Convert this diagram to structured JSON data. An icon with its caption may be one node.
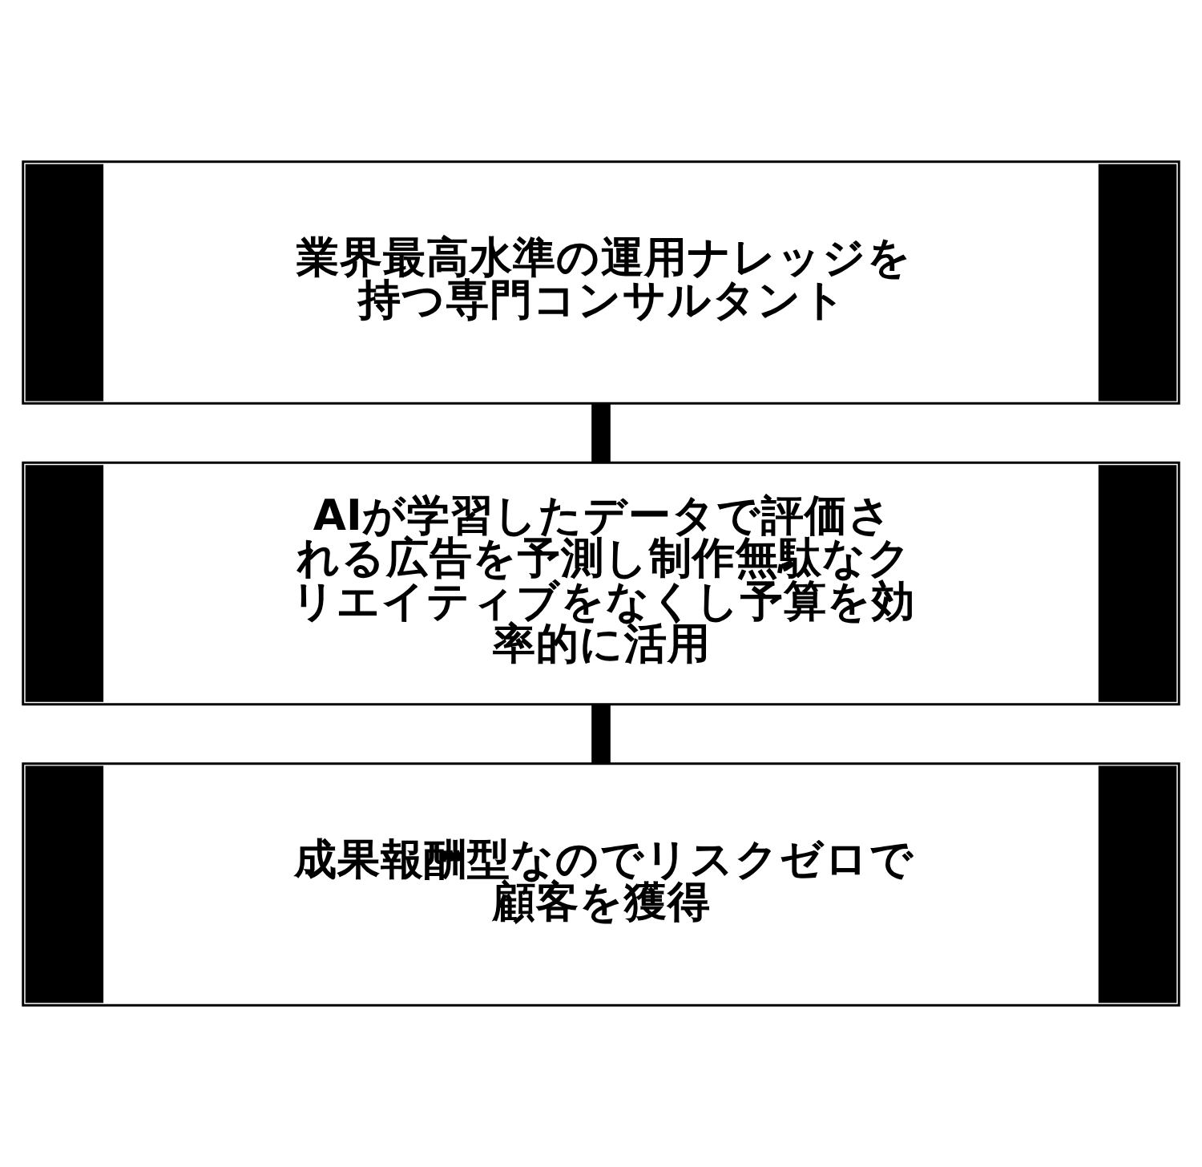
{
  "diagram": {
    "nodes": [
      {
        "text": [
          "業界最高水準の運用ナレッジを持つ専門コンサルタント"
        ]
      },
      {
        "text": [
          "AIが学習したデータで評価される広告を予測し制作無駄なクリエイティブをなくし予算を効率的に活用"
        ]
      },
      {
        "text": [
          "成果報酬型なのでリスクゼロで顧客を獲得"
        ]
      }
    ],
    "edges": [
      {
        "from": 0,
        "to": 1,
        "arrow": "none"
      },
      {
        "from": 1,
        "to": 2,
        "arrow": "none"
      }
    ]
  }
}
